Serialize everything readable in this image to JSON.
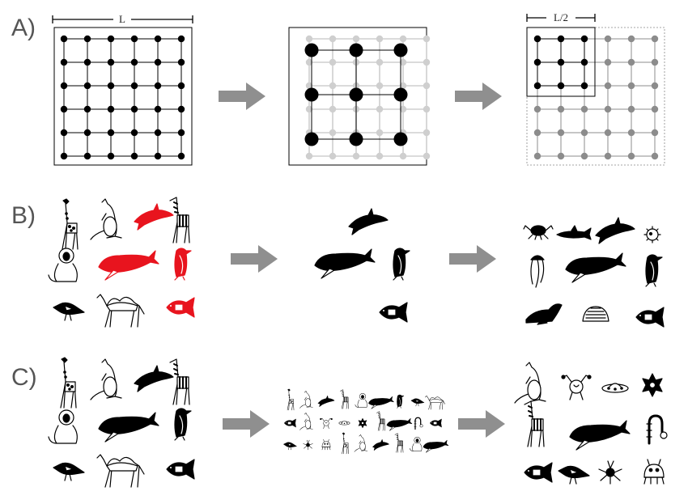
{
  "panels": [
    {
      "label": "A)",
      "dimension_label_full": "L",
      "dimension_label_half": "L/2"
    },
    {
      "label": "B)"
    },
    {
      "label": "C)"
    }
  ],
  "colors": {
    "black": "#000000",
    "highlight": "#e8141e",
    "light_grey": "#cfcfcf",
    "mid_grey": "#8c8c8c",
    "arrow": "#8f8f8f"
  },
  "icons": {
    "row_b_start": [
      "giraffe-icon",
      "kangaroo-icon",
      "dolphin-icon",
      "zebra-icon",
      "monkey-icon",
      "whale-icon",
      "penguin-icon",
      "bird-icon",
      "camel-icon",
      "fish-icon"
    ],
    "row_b_middle": [
      "dolphin-icon",
      "whale-icon",
      "penguin-icon",
      "fish-icon"
    ],
    "row_b_end": [
      "crab-icon",
      "shark-icon",
      "dolphin-icon",
      "pufferfish-icon",
      "jellyfish-icon",
      "whale-icon",
      "penguin-icon",
      "seal-icon",
      "shell-icon",
      "fish-icon"
    ],
    "row_c_start": [
      "giraffe-icon",
      "kangaroo-icon",
      "dolphin-icon",
      "zebra-icon",
      "monkey-icon",
      "whale-icon",
      "penguin-icon",
      "bird-icon",
      "camel-icon",
      "fish-icon"
    ],
    "row_c_end": [
      "kangaroo-icon",
      "alien-icon",
      "ufo-icon",
      "star-creature-icon",
      "zebra-icon",
      "whale-icon",
      "worm-icon",
      "fish-icon",
      "bird-icon",
      "bug-icon",
      "robot-icon"
    ]
  }
}
